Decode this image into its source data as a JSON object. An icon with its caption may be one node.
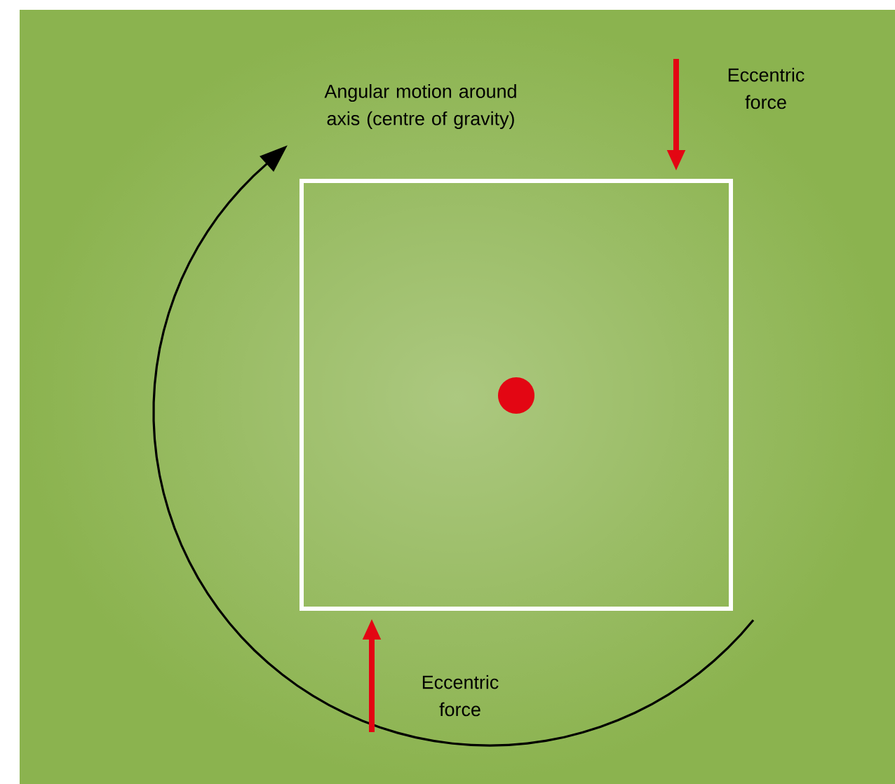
{
  "diagram": {
    "nodes": [
      {
        "text": [],
        "shape": "box"
      },
      {
        "text": [],
        "shape": "circle",
        "in": 0
      }
    ],
    "labels": [
      "Angular motion around axis (centre of gravity)",
      "Eccentric force",
      "Eccentric force"
    ]
  }
}
